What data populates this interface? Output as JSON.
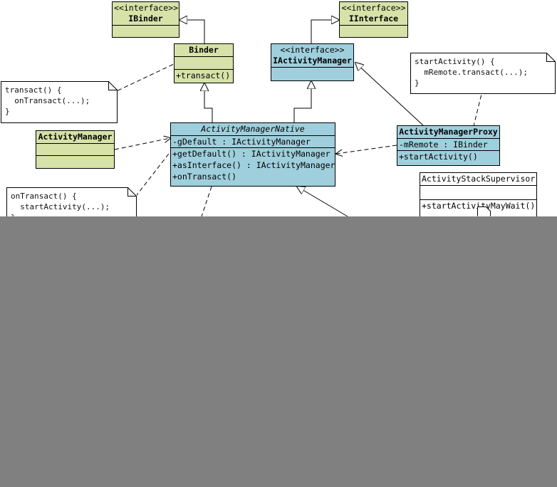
{
  "classes": {
    "ibinder": {
      "stereotype": "<<interface>>",
      "name": "IBinder"
    },
    "iinterface": {
      "stereotype": "<<interface>>",
      "name": "IInterface"
    },
    "binder": {
      "name": "Binder",
      "methods": [
        "+transact()"
      ]
    },
    "iactivitymanager": {
      "stereotype": "<<interface>>",
      "name": "IActivityManager"
    },
    "activitymanager": {
      "name": "ActivityManager"
    },
    "activitymanagernative": {
      "name": "ActivityManagerNative",
      "attributes": [
        "-gDefault : IActivityManager"
      ],
      "methods": [
        "+getDefault() : IActivityManager",
        "+asInterface() : IActivityManager",
        "+onTransact()"
      ]
    },
    "activitymanagerproxy": {
      "name": "ActivityManagerProxy",
      "attributes": [
        "-mRemote : IBinder"
      ],
      "methods": [
        "+startActivity()"
      ]
    },
    "activitystacksupervisor": {
      "name": "ActivityStackSupervisor",
      "methods": [
        "+startActivityMayWait()"
      ]
    }
  },
  "notes": {
    "transact": "transact() {\n  onTransact(...);\n}",
    "start_activity": "startActivity() {\n  mRemote.transact(...);\n}",
    "on_transact": "onTransact() {\n  startActivity(...);\n}"
  },
  "colors": {
    "green_fill": "#d6e2a8",
    "blue_fill": "#9fcfdc",
    "occluded_area": "#808080"
  }
}
